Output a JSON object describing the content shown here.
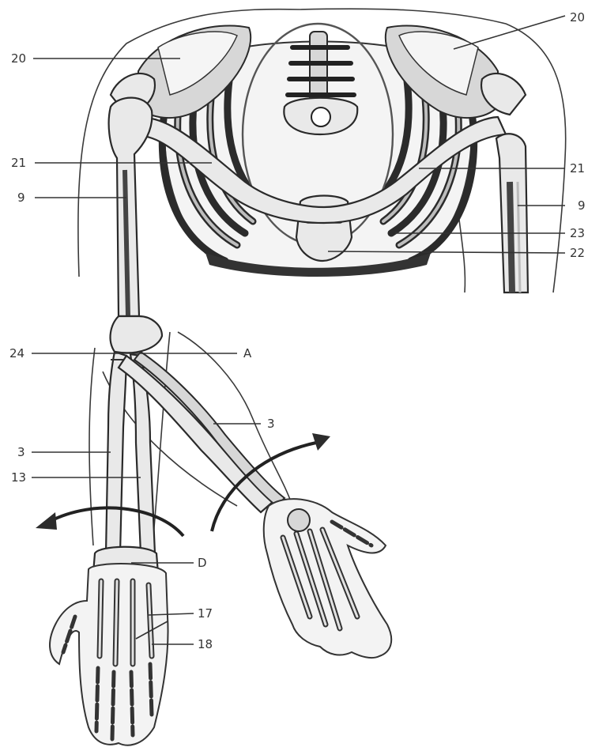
{
  "labels": {
    "scapula_left": "20",
    "scapula_right": "20",
    "clavicle_left": "21",
    "clavicle_right": "21",
    "humerus_left": "9",
    "humerus_right": "9",
    "first_rib": "23",
    "sternum": "22",
    "elbow_left": "24",
    "position_A": "A",
    "radius_rotated": "3",
    "radius_upright": "3",
    "ulna": "13",
    "position_D": "D",
    "metacarpals": "17",
    "phalanges": "18"
  },
  "colors": {
    "bone_fill": "#e9e9e9",
    "outline": "#2a2a2a",
    "label_text": "#333333"
  }
}
